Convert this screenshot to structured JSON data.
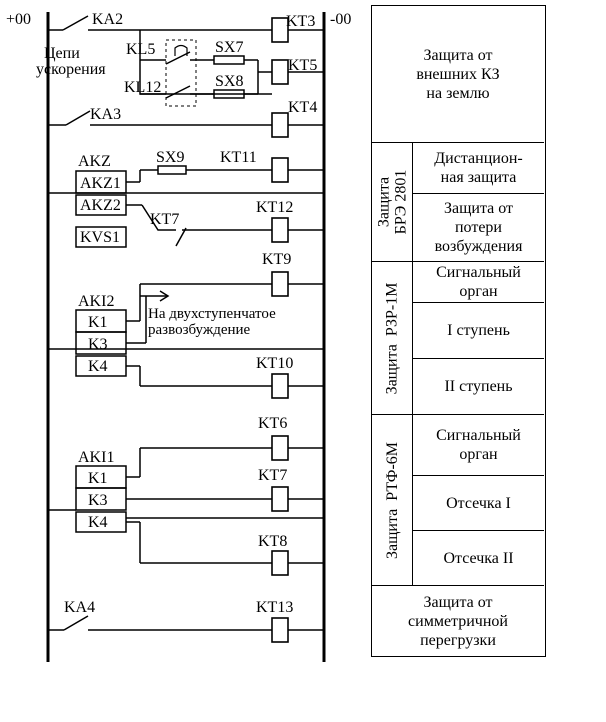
{
  "bus": {
    "plus": "+00",
    "minus": "-00"
  },
  "contacts": {
    "ka2": "KA2",
    "ka3": "KA3",
    "ka4": "KA4",
    "kl5": "KL5",
    "kl12": "KL12",
    "kt7_contact": "KT7"
  },
  "fuses": {
    "sx7": "SX7",
    "sx8": "SX8",
    "sx9": "SX9"
  },
  "coils": {
    "kt3": "KT3",
    "kt5": "KT5",
    "kt4": "KT4",
    "kt11": "KT11",
    "kt12": "KT12",
    "kt9": "KT9",
    "kt10": "KT10",
    "kt6": "KT6",
    "kt7": "KT7",
    "kt8": "KT8",
    "kt13": "KT13"
  },
  "accel_label": [
    "Цепи",
    "ускорения"
  ],
  "relays": {
    "akz_title": "AKZ",
    "akz1": "AKZ1",
    "akz2": "AKZ2",
    "kvs1": "KVS1",
    "aki2_title": "AKI2",
    "aki2_k1": "K1",
    "aki2_k3": "K3",
    "aki2_k4": "K4",
    "aki1_title": "AKI1",
    "aki1_k1": "K1",
    "aki1_k3": "K3",
    "aki1_k4": "K4"
  },
  "note": [
    "На двухступенчатое",
    "развозбуждение"
  ],
  "legend": {
    "external_sc": "Защита от\nвнешних КЗ\nна землю",
    "bre_group": "Защита\nБРЭ 2801",
    "distance": "Дистанцион-\nная защита",
    "excitation_loss": "Защита от\nпотери\nвозбуждения",
    "rzr_group": "Защита  РЗР-1М",
    "rzr_signal": "Сигнальный\nорган",
    "rzr_stage1": "I ступень",
    "rzr_stage2": "II ступень",
    "rtf_group": "Защита  РТФ-6М",
    "rtf_signal": "Сигнальный\nорган",
    "rtf_cutoff1": "Отсечка I",
    "rtf_cutoff2": "Отсечка II",
    "symmetric_overload": "Защита от\nсимметричной\nперегрузки"
  }
}
